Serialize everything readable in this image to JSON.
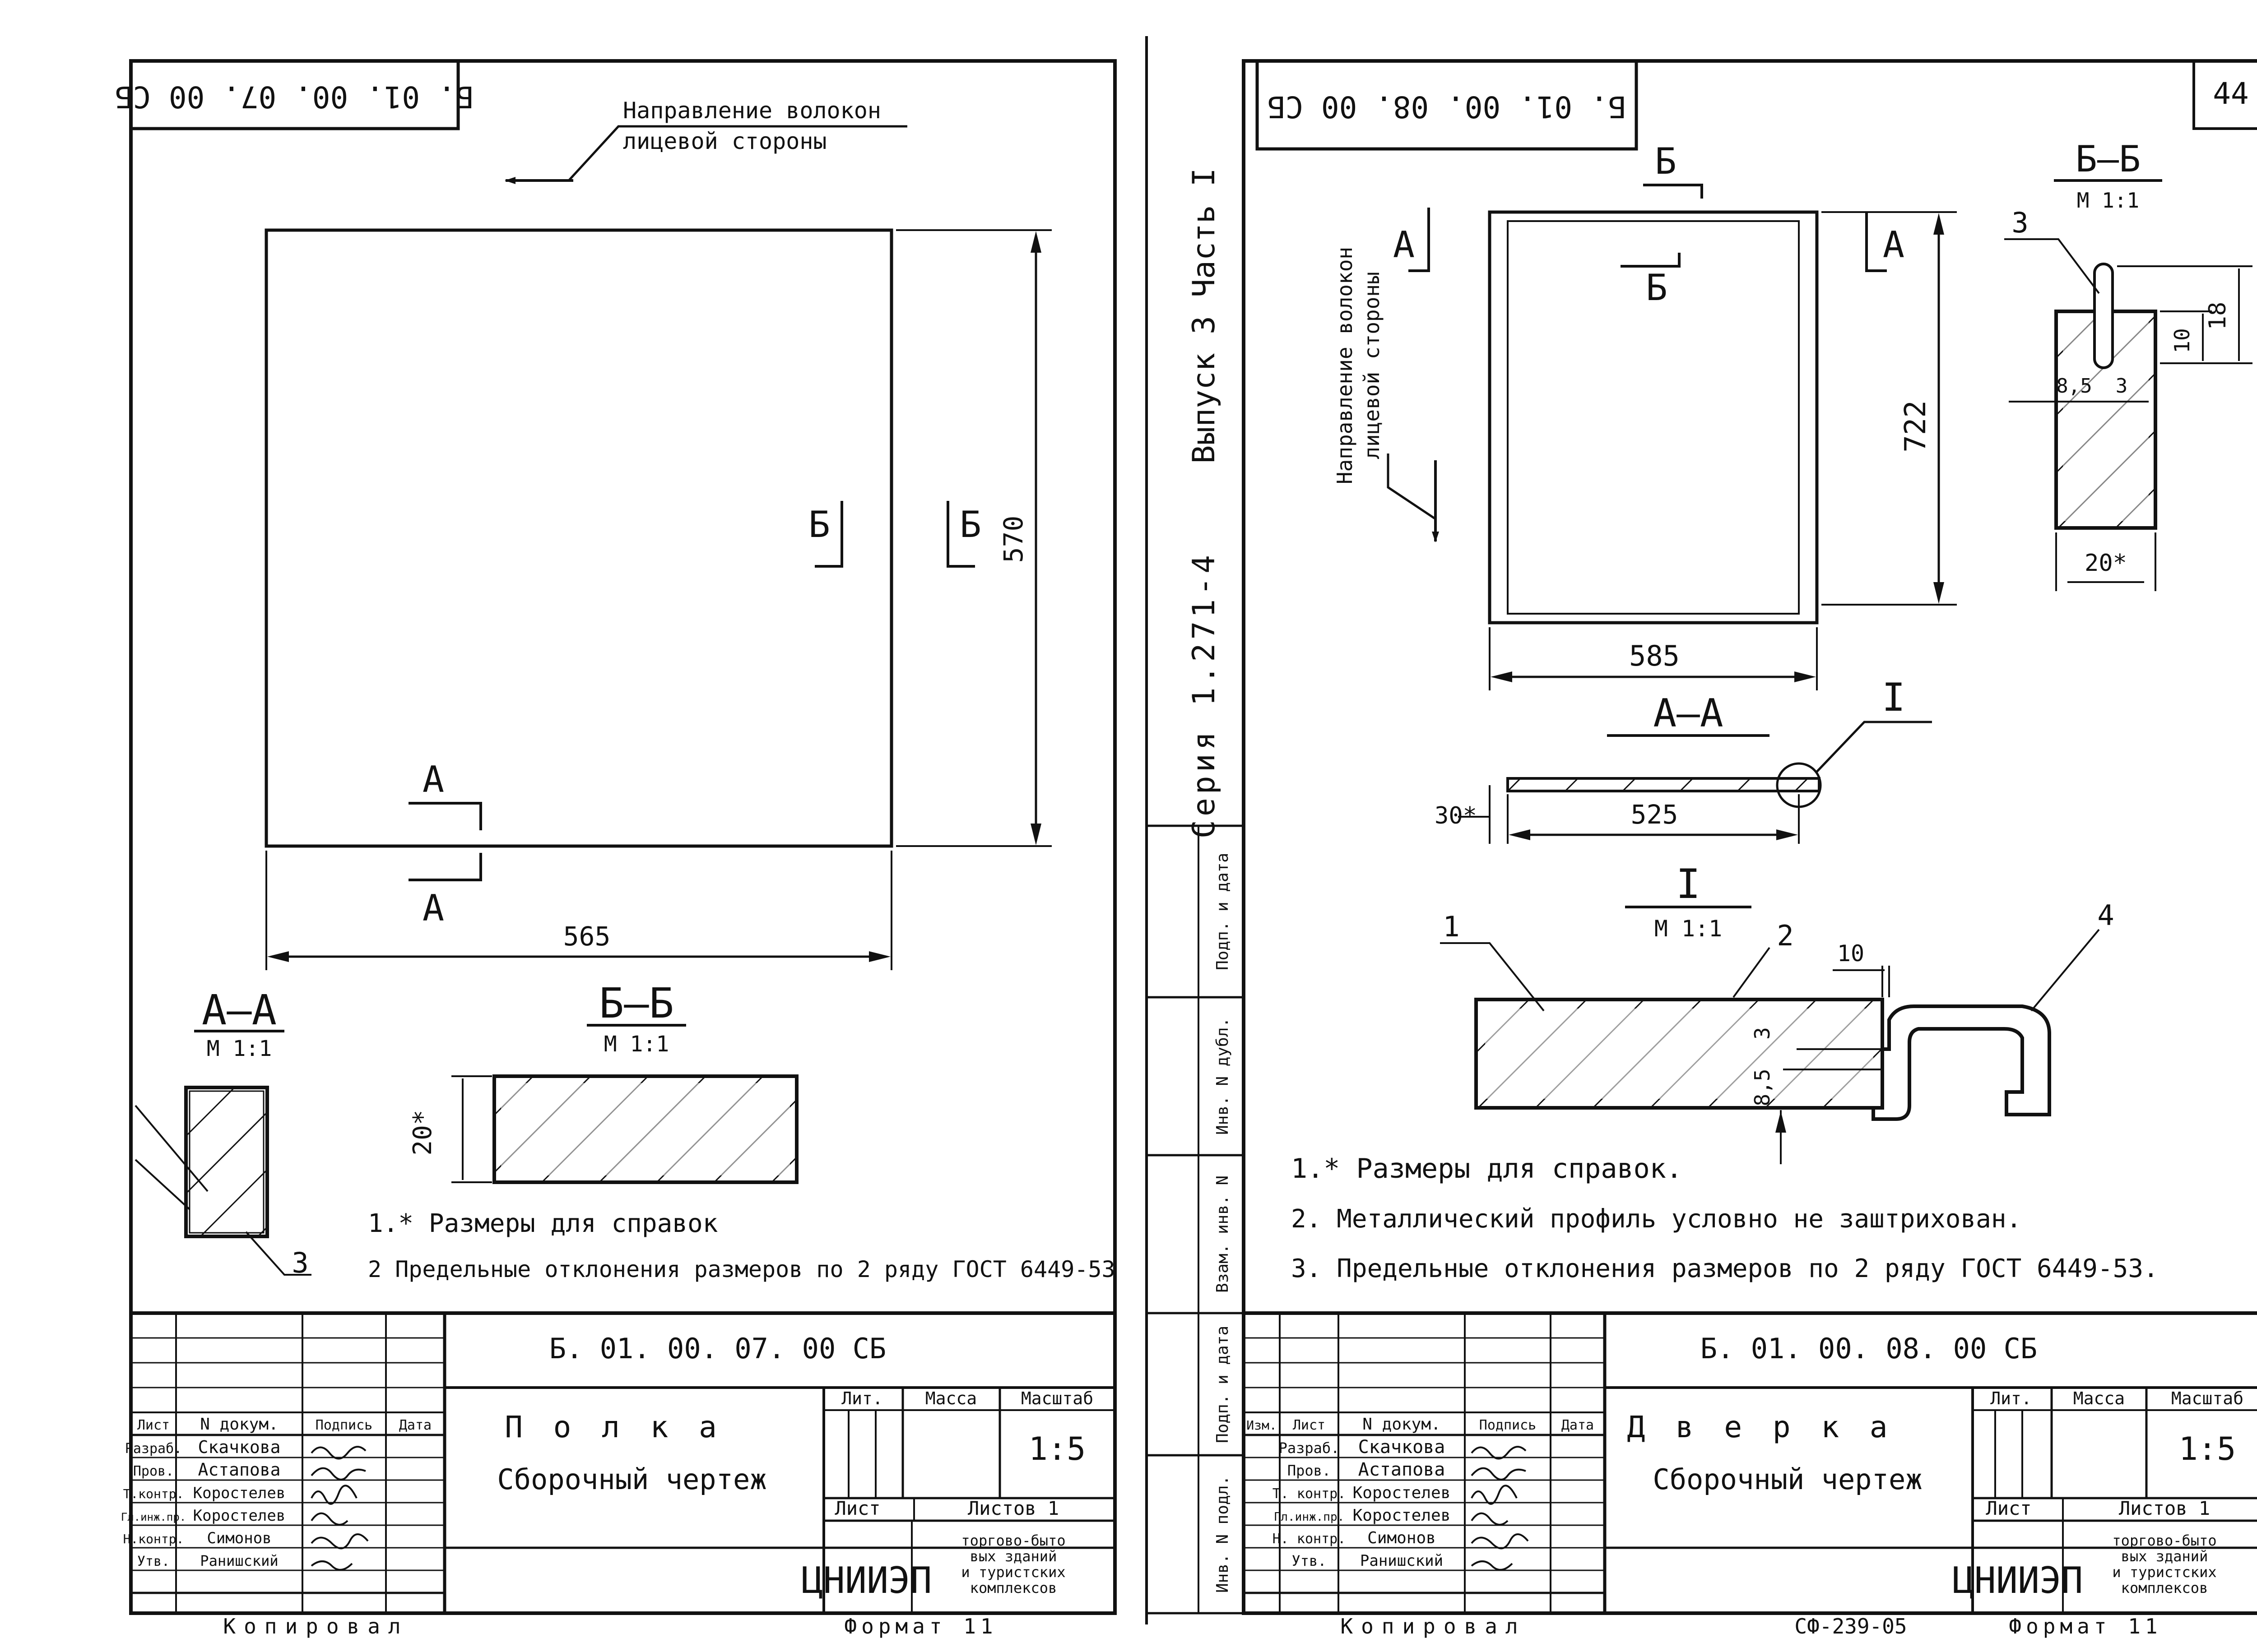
{
  "left": {
    "stamp_upside_down": "Б. 01. 00. 07. 00 СБ",
    "fiber_note_line1": "Направление волокон",
    "fiber_note_line2": "лицевой стороны",
    "dim_width": "565",
    "dim_height": "570",
    "label_a": "А",
    "label_b": "Б",
    "section_aa_title": "А—А",
    "section_aa_scale": "М 1:1",
    "section_bb_title": "Б—Б",
    "section_bb_scale": "М 1:1",
    "dim_20": "20*",
    "callout_3": "3",
    "note1": "1.* Размеры для справок",
    "note2": "2 Предельные отклонения размеров по 2 ряду ГОСТ 6449-53",
    "title_block": {
      "code": "Б. 01. 00. 07. 00 СБ",
      "name_line1": "П о л к а",
      "name_line2": "Сборочный чертеж",
      "col_lit": "Лит.",
      "col_mass": "Масса",
      "col_scale": "Масштаб",
      "scale": "1:5",
      "sheet_label": "Лист",
      "sheets_label": "Листов 1",
      "org_logo": "ЦНИИЭП",
      "org_line1": "торгово-быто",
      "org_line2": "вых зданий",
      "org_line3": "и турист­ских",
      "org_line4": "комплексов",
      "hdr_list": "Лист",
      "hdr_doc": "N докум.",
      "hdr_sign": "Подпись",
      "hdr_date": "Дата",
      "roles": [
        "Разраб.",
        "Пров.",
        "Т.контр.",
        "Гл.инж.пр.",
        "Н.контр.",
        "Утв."
      ],
      "names": [
        "Скачкова",
        "Астапова",
        "Коростелев",
        "Коростелев",
        "Симонов",
        "Ранишский"
      ]
    },
    "bottom_copy": "Копировал",
    "bottom_format": "Формат 11"
  },
  "side_strip": {
    "series": "Серия 1.271-4",
    "issue": "Выпуск 3 Часть I",
    "boxes": [
      "Подп. и дата",
      "Инв. N дубл.",
      "Взам. инв. N",
      "Подп. и дата",
      "Инв. N подл."
    ]
  },
  "right": {
    "sheet_number": "44",
    "stamp_upside_down": "Б. 01. 00. 08. 00 СБ",
    "fiber_note_line1": "Направление волокон",
    "fiber_note_line2": "лицевой стороны",
    "dim_width": "585",
    "dim_height": "722",
    "label_a": "А",
    "label_b": "Б",
    "section_aa_title": "А—А",
    "dim_30": "30*",
    "dim_525": "525",
    "callout_I": "I",
    "section_bb_title": "Б—Б",
    "section_bb_scale": "М 1:1",
    "dim_18": "18",
    "dim_10": "10",
    "dim_85": "8,5",
    "dim_3": "3",
    "dim_20": "20*",
    "callout_3": "3",
    "detail_title": "I",
    "detail_scale": "М 1:1",
    "detail_callouts": [
      "1",
      "2",
      "4"
    ],
    "detail_dim_10": "10",
    "detail_dim_3": "3",
    "detail_dim_85": "8,5",
    "note1": "1.* Размеры для справок.",
    "note2": "2. Металлический профиль условно не заштрихован.",
    "note3": "3. Предельные отклонения размеров по 2 ряду ГОСТ 6449-53.",
    "title_block": {
      "code": "Б. 01. 00. 08. 00 СБ",
      "name_line1": "Д в е р к а",
      "name_line2": "Сборочный чертеж",
      "col_lit": "Лит.",
      "col_mass": "Масса",
      "col_scale": "Масштаб",
      "scale": "1:5",
      "sheet_label": "Лист",
      "sheets_label": "Листов 1",
      "org_logo": "ЦНИИЭП",
      "org_line1": "торгово-быто",
      "org_line2": "вых зданий",
      "org_line3": "и турист­ских",
      "org_line4": "комплексов",
      "hdr_izm": "Изм.",
      "hdr_list": "Лист",
      "hdr_doc": "N докум.",
      "hdr_sign": "Подпись",
      "hdr_date": "Дата",
      "roles": [
        "Разраб.",
        "Пров.",
        "Т. контр.",
        "Гл.инж.пр.",
        "Н. контр.",
        "Утв."
      ],
      "names": [
        "Скачкова",
        "Астапова",
        "Коростелев",
        "Коростелев",
        "Симонов",
        "Ранишский"
      ]
    },
    "bottom_copy": "Копировал",
    "bottom_doc": "СФ-239-05",
    "bottom_format": "Формат 11"
  }
}
